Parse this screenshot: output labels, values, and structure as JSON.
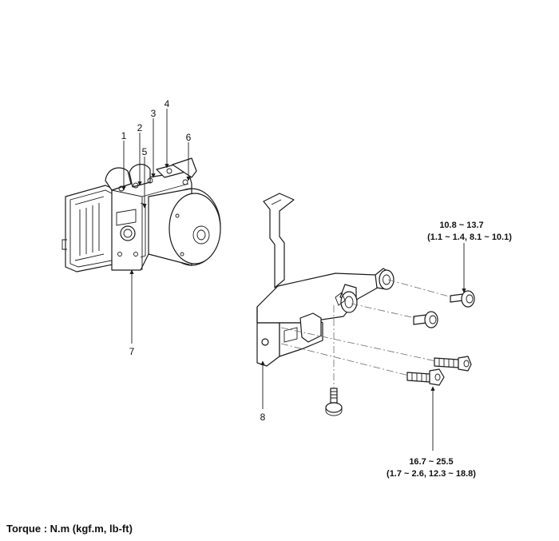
{
  "callouts": {
    "c1": "1",
    "c2": "2",
    "c3": "3",
    "c4": "4",
    "c5": "5",
    "c6": "6",
    "c7": "7",
    "c8": "8"
  },
  "torque_upper": {
    "line1": "10.8 ~ 13.7",
    "line2": "(1.1 ~ 1.4, 8.1 ~ 10.1)"
  },
  "torque_lower": {
    "line1": "16.7 ~ 25.5",
    "line2": "(1.7 ~ 2.6, 12.3 ~ 18.8)"
  },
  "footer": {
    "torque_units": "Torque : N.m (kgf.m, lb-ft)"
  }
}
